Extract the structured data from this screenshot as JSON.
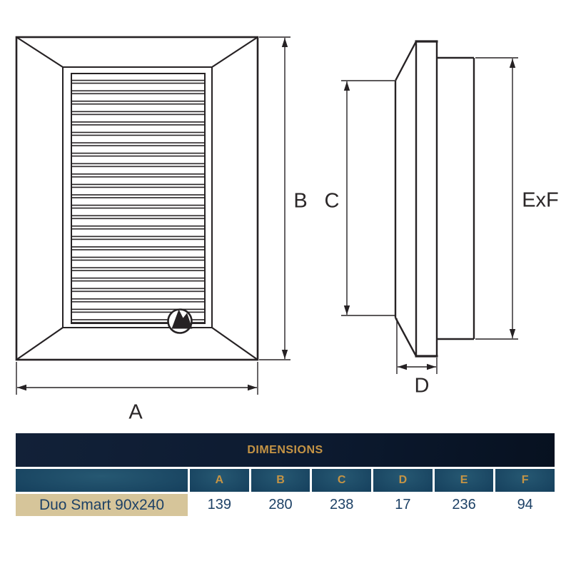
{
  "drawing": {
    "front_view": {
      "width_label": "A",
      "height_label": "B"
    },
    "side_view": {
      "height_label": "C",
      "depth_label": "D",
      "duct_label": "ExF"
    },
    "icons": {
      "brand_logo": "mountain-in-circle"
    }
  },
  "table": {
    "title": "DIMENSIONS",
    "product_column_header": "",
    "columns": [
      "A",
      "B",
      "C",
      "D",
      "E",
      "F"
    ],
    "rows": [
      {
        "name": "Duo Smart 90x240",
        "values": [
          "139",
          "280",
          "238",
          "17",
          "236",
          "94"
        ]
      }
    ]
  },
  "colors": {
    "accent_gold": "#c59445",
    "navy_text": "#1d4166",
    "header_bg": "#0c1a30",
    "column_cell_teal": "#17425f",
    "product_cell_tan": "#d6c59a",
    "line_color": "#262224"
  }
}
